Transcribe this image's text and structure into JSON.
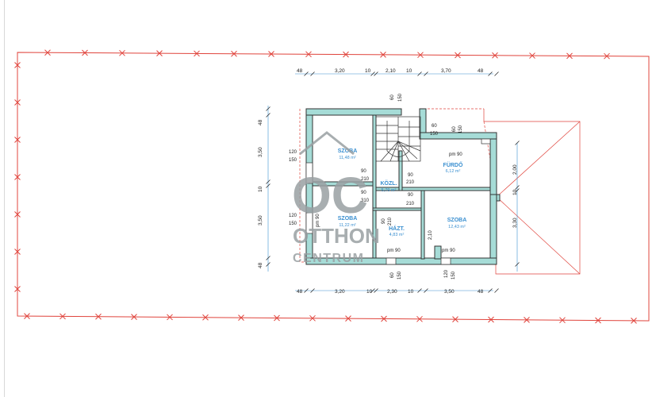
{
  "colors": {
    "plot_line": "#e0443c",
    "wall_fill": "#a6dcd7",
    "wall_stroke": "#333333",
    "dimension_line": "#3a8fd0",
    "room_text": "#3a8fd0",
    "watermark": "#9aa0a3"
  },
  "watermark": {
    "monogram": "OC",
    "line1": "OTTHON",
    "line2": "CENTRUM"
  },
  "rooms": {
    "szoba_top": {
      "name": "SZOBA",
      "area": "11,48 m²"
    },
    "szoba_bottom_left": {
      "name": "SZOBA",
      "area": "11,22 m²"
    },
    "kozl": {
      "name": "KÖZL.",
      "area": "5,79 m²"
    },
    "furdo": {
      "name": "FÜRDŐ",
      "area": "6,12 m²"
    },
    "haztart": {
      "name": "HÁZT.",
      "area": "4,83 m²"
    },
    "szoba_right": {
      "name": "SZOBA",
      "area": "12,43 m²"
    }
  },
  "dims_top": [
    "48",
    "3,20",
    "10",
    "2,10",
    "10",
    "3,70",
    "48"
  ],
  "dims_bottom": [
    "48",
    "3,20",
    "10",
    "2,30",
    "10",
    "3,50",
    "48"
  ],
  "dims_left": [
    "48",
    "3,50",
    "10",
    "3,50",
    "48"
  ],
  "dims_right": [
    "2,00",
    "10",
    "3,30"
  ],
  "door_labels": {
    "top_stair_a": "60",
    "top_stair_b": "150",
    "bath_a": "60",
    "bath_b": "150",
    "bath_c": "60",
    "bath_d": "150",
    "pm_bath": "pm 90",
    "left_top_a": "120",
    "left_top_b": "150",
    "hall_a": "90",
    "hall_b": "210",
    "hall_c": "90",
    "hall_d": "210",
    "hall_e": "90",
    "hall_f": "310",
    "hall_g": "90",
    "hall_h": "210",
    "left_bot_a": "120",
    "left_bot_b": "150",
    "pm_left": "pm 90",
    "haz_a": "90",
    "haz_b": "210",
    "haz_side": "2,10",
    "pm_bot_mid": "pm 90",
    "pm_bot_right": "pm 90",
    "bot_a": "60",
    "bot_b": "150",
    "bot_c": "120",
    "bot_d": "150"
  }
}
